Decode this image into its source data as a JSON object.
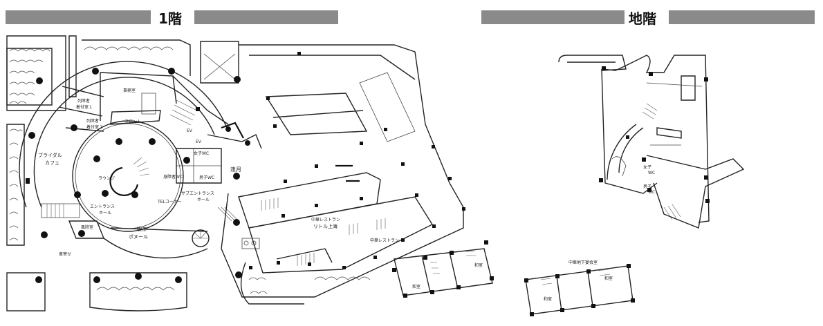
{
  "headers": {
    "floor1": "1階",
    "basement": "地階"
  },
  "floor1": {
    "bridal_cafe_1": "ブライダル",
    "bridal_cafe_2": "カフェ",
    "lounge": "ラウンジ",
    "front": "フロント",
    "office": "事務室",
    "attendant_1a": "列席者",
    "attendant_1b": "着付室１",
    "attendant_2a": "列席者",
    "attendant_2b": "着付室２",
    "entrance_1": "エントランス",
    "entrance_2": "ホール",
    "wind_room": "風除室",
    "kissa": "喫茶",
    "bonnoir": "ボヌール",
    "accessible_wc": "身障者WC",
    "female_wc": "女子WC",
    "male_wc": "男子WC",
    "tel_corner": "TELコーナー",
    "sub_entrance_1": "サブエントランス",
    "sub_entrance_2": "ホール",
    "ev1": "EV",
    "ev2": "EV",
    "hougetsu": "逢月",
    "chinese_1": "中華レストラン",
    "little_shanghai": "リトル上海",
    "chinese_2": "中華レストラン",
    "dropoff": "車寄せ",
    "washitsu_1": "和室",
    "washitsu_2": "和室"
  },
  "basement": {
    "female_wc_1": "女子",
    "female_wc_2": "WC",
    "male_wc_1": "男子",
    "male_wc_2": "WC",
    "chinese_basement": "中華地下宴会室",
    "washitsu_1": "和室",
    "washitsu_2": "和室"
  }
}
